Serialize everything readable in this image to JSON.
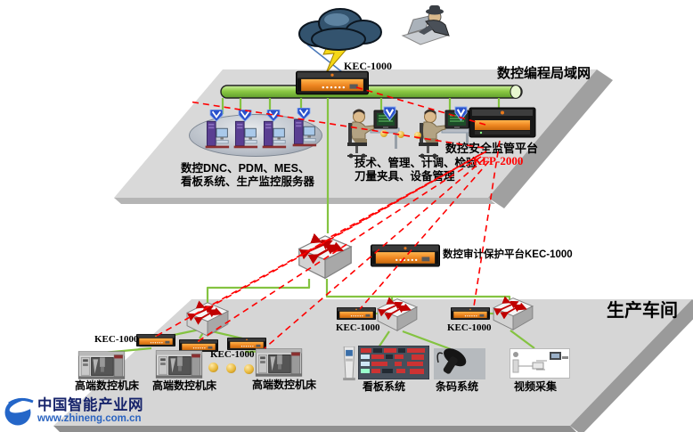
{
  "colors": {
    "line_green": "#84c341",
    "dash_red": "#ff0000",
    "device_orange": "#e8791c",
    "platform_gray": "#d9d9d9",
    "shadow_gray": "#9a9a9a",
    "logo_navy": "#17246b",
    "logo_blue": "#2a63c0",
    "model_red": "#ff0000"
  },
  "titles": {
    "lan": "数控编程局域网",
    "workshop": "生产车间"
  },
  "internet": {
    "kec_label": "KEC-1000"
  },
  "office": {
    "servers_caption_1": "数控DNC、PDM、MES、",
    "servers_caption_2": "看板系统、生产监控服务器",
    "staff_caption_1": "技术、管理、计调、检验",
    "staff_caption_2": "刀量夹具、设备管理",
    "platform_name": "数控安全监管平台",
    "platform_model": "KFP-2000"
  },
  "core": {
    "audit_caption": "数控审计保护平台KEC-1000"
  },
  "workshop": {
    "kec_labels": [
      "KEC-1000",
      "KEC-1000",
      "KEC-1000",
      "KEC-1000"
    ],
    "machine_labels": [
      "高端数控机床",
      "高端数控机床",
      "高端数控机床"
    ],
    "kanban_label": "看板系统",
    "barcode_label": "条码系统",
    "video_label": "视频采集"
  },
  "logo": {
    "name": "中国智能产业网",
    "url": "www.zhineng.com.cn"
  }
}
